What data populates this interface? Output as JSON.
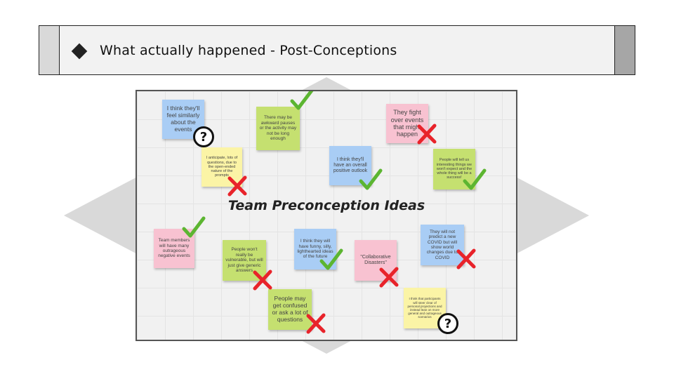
{
  "header": {
    "title": "What actually happened - Post-Conceptions"
  },
  "board": {
    "title": "Team Preconception Ideas",
    "notes": [
      {
        "text": "I think they'll feel similarly about the events",
        "color": "blue"
      },
      {
        "text": "There may be awkward pauses or the activity may not be long enough",
        "color": "green"
      },
      {
        "text": "They fight over events that might happen",
        "color": "pink"
      },
      {
        "text": "I anticipate, lots of questions, due to the open-ended nature of the prompts",
        "color": "yellow"
      },
      {
        "text": "I think they'll have an overall positive outlook",
        "color": "blue"
      },
      {
        "text": "People will tell us interesting things we won't expect and the whole thing will be a success!",
        "color": "green"
      },
      {
        "text": "Team members will have many outrageous negative events",
        "color": "pink"
      },
      {
        "text": "People won't really be vulnerable, but will just give generic answers",
        "color": "green"
      },
      {
        "text": "I think they will have funny, silly, lighthearted ideas of the future",
        "color": "blue"
      },
      {
        "text": "\"Collaborative Disasters\"",
        "color": "pink"
      },
      {
        "text": "They will not predict a new COVID but will show world changes due to COVID",
        "color": "blue"
      },
      {
        "text": "People may get confused or ask a lot of questions",
        "color": "green"
      },
      {
        "text": "I think that participants will steer clear of personal projections and instead lean on more general and outrageous scenarios",
        "color": "yellow"
      }
    ],
    "question_mark": "?"
  },
  "colors": {
    "check": "#5cb531",
    "cross": "#e8232a"
  }
}
